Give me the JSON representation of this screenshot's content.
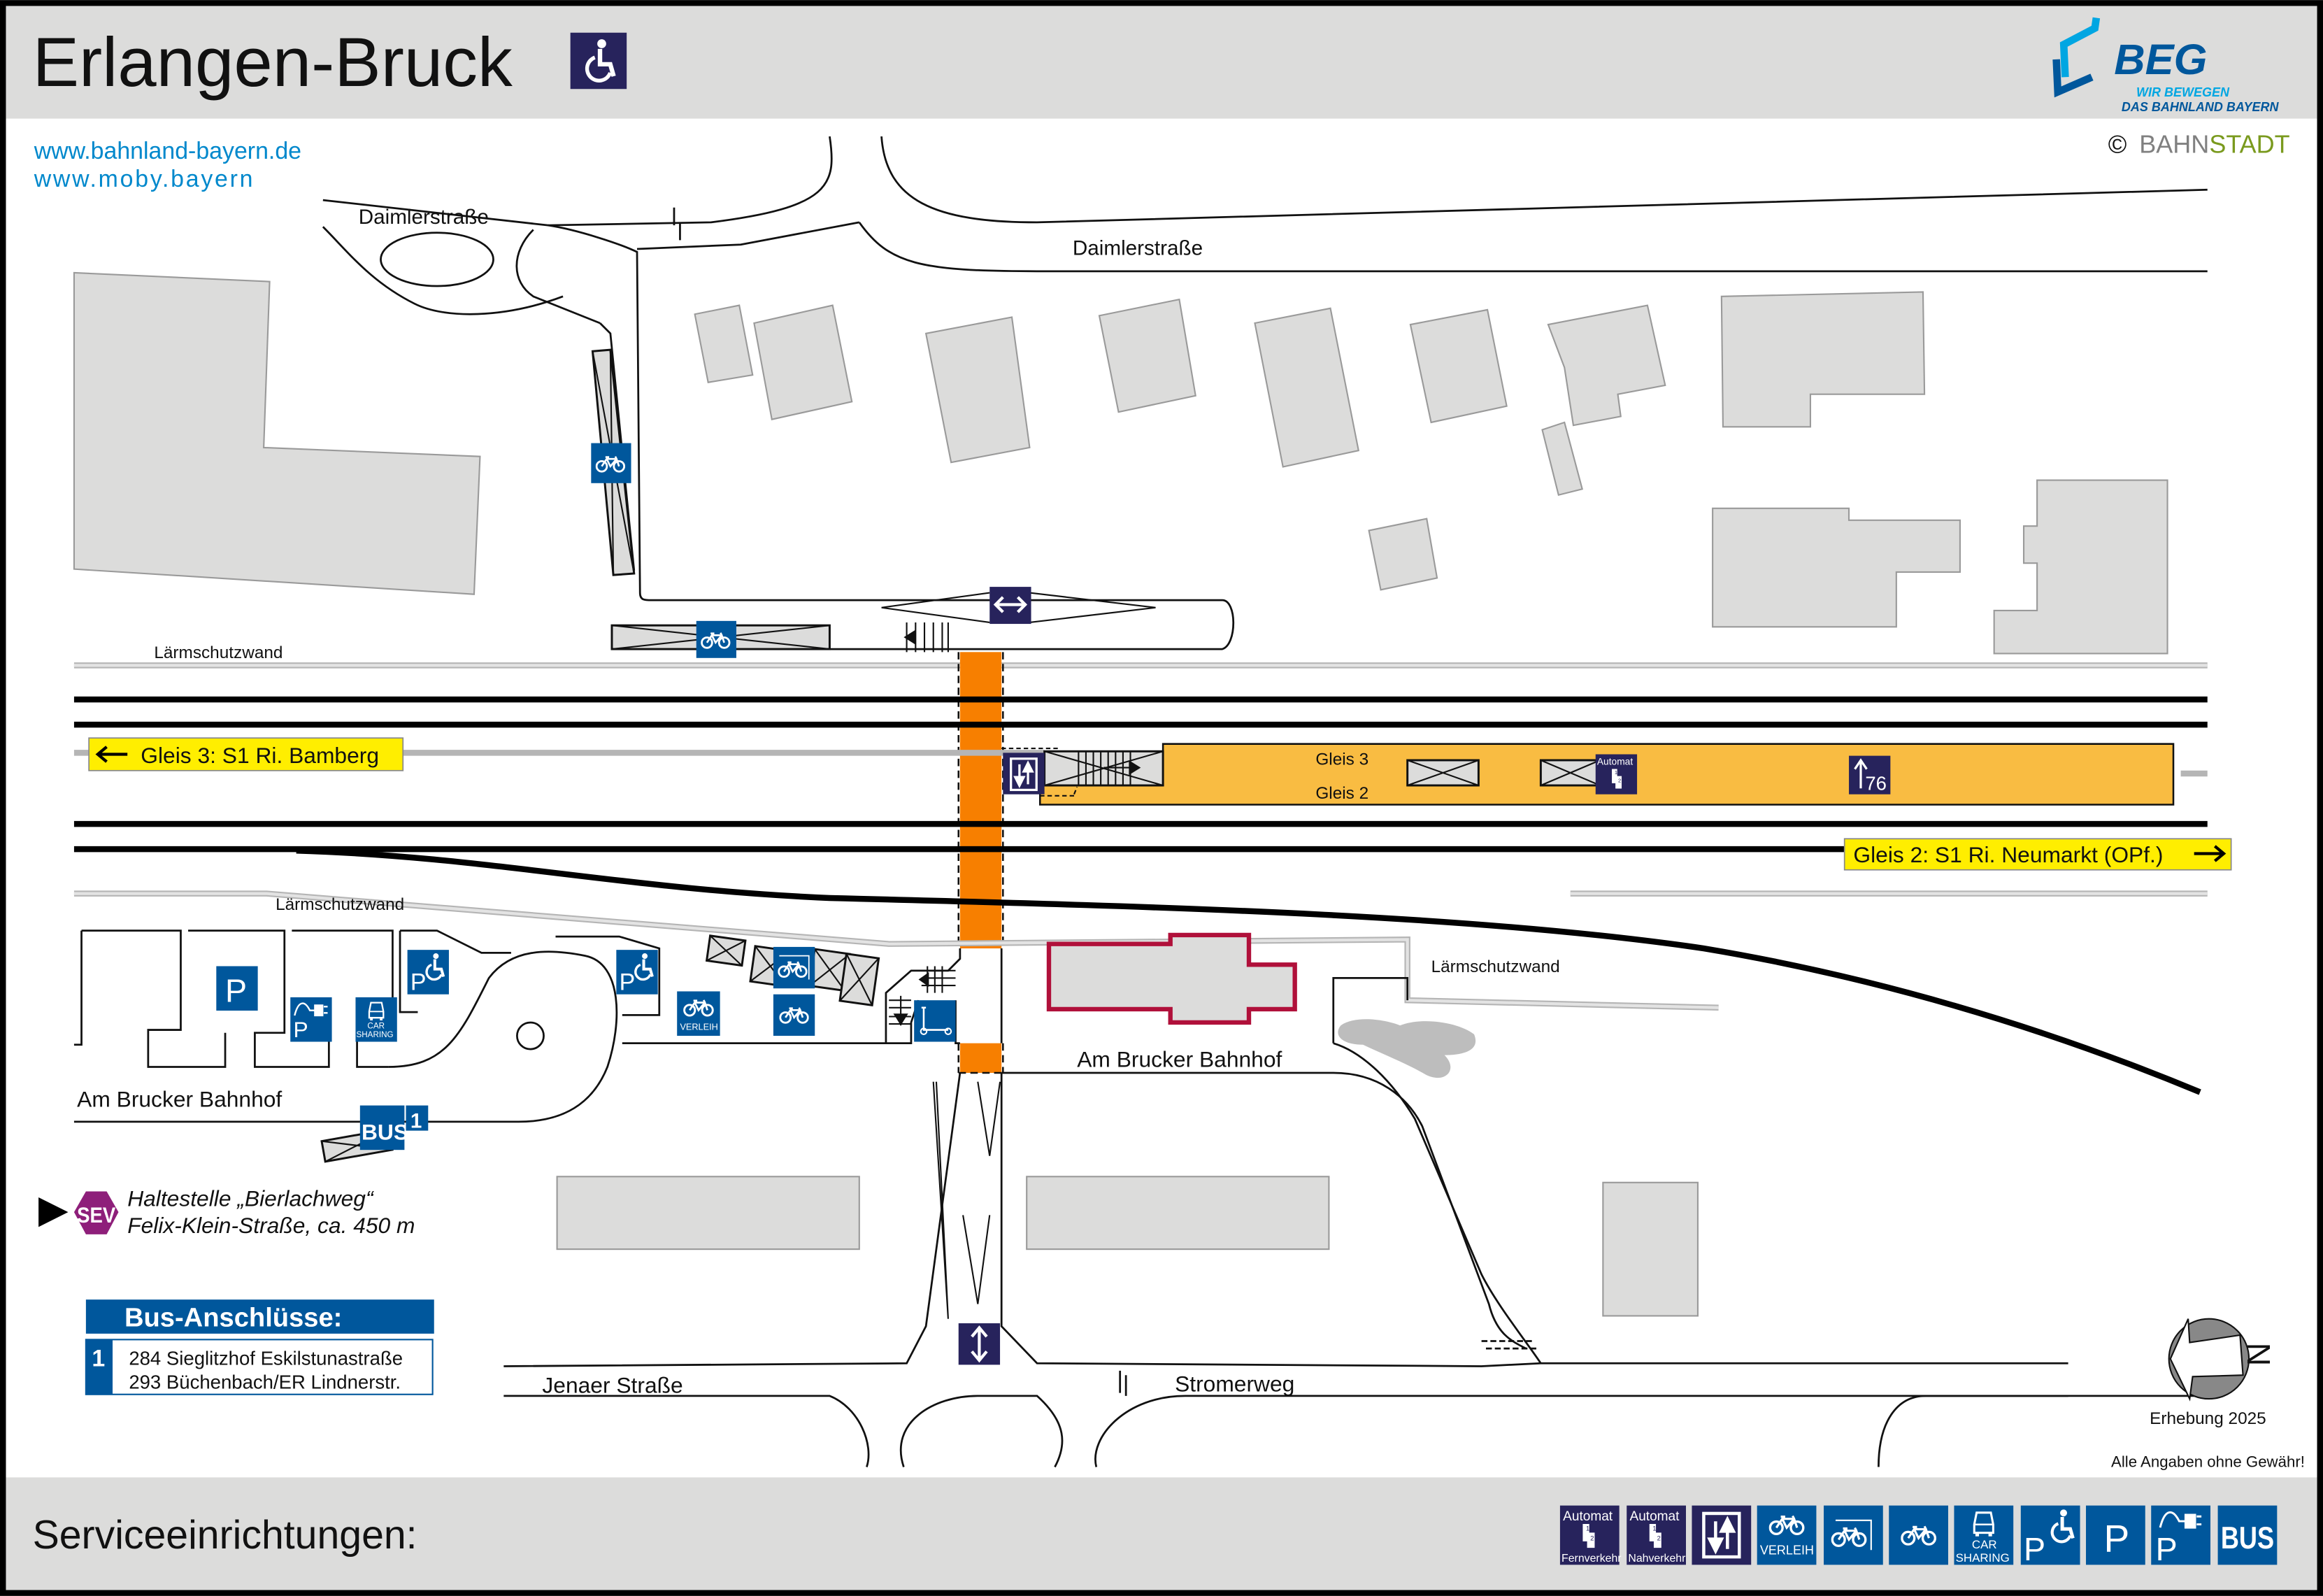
{
  "header": {
    "title": "Erlangen-Bruck",
    "accessible_icon": "wheelchair-icon",
    "logo_text": "BEG",
    "logo_slogan_1": "WIR BEWEGEN",
    "logo_slogan_2": "DAS BAHNLAND BAYERN",
    "copyright_symbol": "©",
    "copyright_brand_1": "BAHN",
    "copyright_brand_2": "STADT"
  },
  "links": [
    "www.bahnland-bayern.de",
    "www.moby.bayern"
  ],
  "streets": {
    "daimler_1": "Daimlerstraße",
    "daimler_2": "Daimlerstraße",
    "am_brucker_1": "Am Brucker Bahnhof",
    "am_brucker_2": "Am Brucker Bahnhof",
    "jenaer": "Jenaer Straße",
    "stromerweg": "Stromerweg"
  },
  "walls": {
    "north": "Lärmschutzwand",
    "south_west": "Lärmschutzwand",
    "south_east": "Lärmschutzwand"
  },
  "tracks": {
    "gleis3_direction": "Gleis 3: S1 Ri. Bamberg",
    "gleis2_direction": "Gleis 2: S1 Ri. Neumarkt (OPf.)",
    "platform_gleis3": "Gleis 3",
    "platform_gleis2": "Gleis 2",
    "platform_section": "76"
  },
  "icons": {
    "automat": "Automat",
    "verleih": "VERLEIH",
    "car": "CAR",
    "sharing": "SHARING",
    "parking": "P",
    "bus": "BUS",
    "bus_stop_number": "1",
    "fernverkehr": "Fernverkehr",
    "nahverkehr": "Nahverkehr",
    "ticket_1": "1",
    "ticket_2": "2"
  },
  "sev": {
    "badge": "SEV",
    "line1": "Haltestelle „Bierlachweg“",
    "line2": "Felix-Klein-Straße, ca. 450 m"
  },
  "bus": {
    "title": "Bus-Anschlüsse:",
    "stop": "1",
    "lines": [
      "284 Sieglitzhof Eskilstunastraße",
      "293 Büchenbach/ER Lindnerstr."
    ]
  },
  "compass": {
    "letter": "N"
  },
  "meta": {
    "survey": "Erhebung 2025",
    "disclaimer": "Alle Angaben ohne Gewähr!"
  },
  "footer": {
    "title": "Serviceeinrichtungen:",
    "legend": [
      "ticket-machine-long-distance",
      "ticket-machine-regional",
      "elevator",
      "bike-rental",
      "bike-parking-covered",
      "bike-parking",
      "car-sharing",
      "accessible-parking",
      "parking",
      "ev-charging-parking",
      "bus"
    ]
  },
  "colors": {
    "brand_blue": "#00579c",
    "navy": "#27235c",
    "underpass_orange": "#f77f00",
    "platform_yellow": "#f9bc42",
    "direction_label_yellow": "#ffee00",
    "sev_purple": "#8e1f7a",
    "station_building_red": "#b0103a",
    "header_gray": "#dcdcdb"
  }
}
